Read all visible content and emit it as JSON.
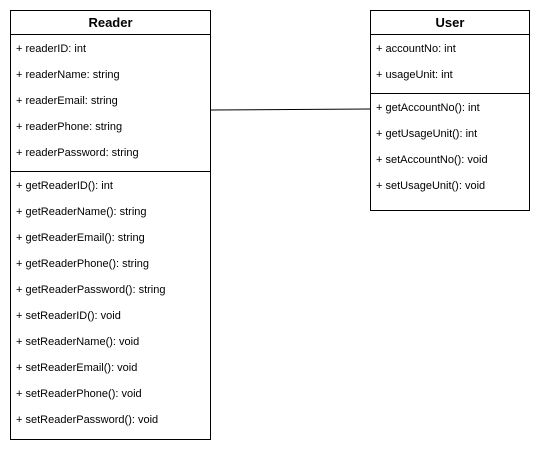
{
  "diagram": {
    "classes": [
      {
        "id": "reader",
        "name": "Reader",
        "attributes": [
          "+ readerID: int",
          "+ readerName: string",
          "+ readerEmail: string",
          "+ readerPhone: string",
          "+ readerPassword: string"
        ],
        "methods": [
          "+ getReaderID(): int",
          "+ getReaderName(): string",
          "+ getReaderEmail(): string",
          "+ getReaderPhone(): string",
          "+ getReaderPassword(): string",
          "+ setReaderID(): void",
          "+ setReaderName(): void",
          "+ setReaderEmail(): void",
          "+ setReaderPhone(): void",
          "+ setReaderPassword(): void"
        ]
      },
      {
        "id": "user",
        "name": "User",
        "attributes": [
          "+ accountNo: int",
          "+ usageUnit: int"
        ],
        "methods": [
          "+ getAccountNo(): int",
          "+ getUsageUnit(): int",
          "+ setAccountNo(): void",
          "+ setUsageUnit(): void"
        ]
      }
    ],
    "associations": [
      {
        "from": "Reader",
        "to": "User"
      }
    ]
  }
}
